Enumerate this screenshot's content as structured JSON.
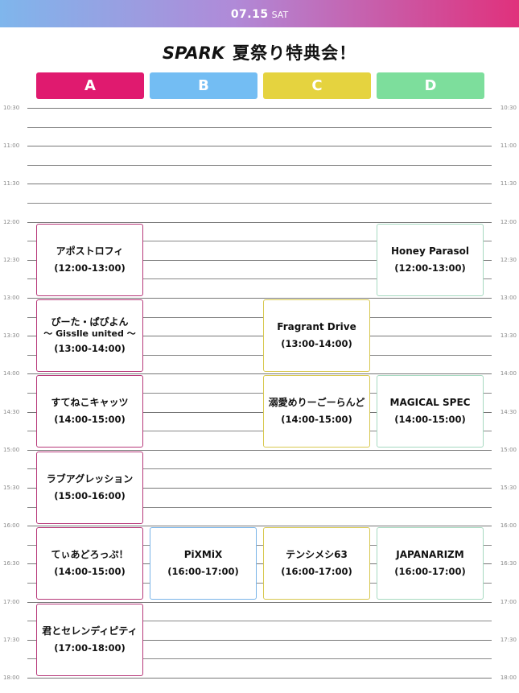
{
  "header": {
    "date": "07.15",
    "weekday": "SAT"
  },
  "title": {
    "brand": "SPARK",
    "text": "夏祭り特典会！"
  },
  "columns": [
    {
      "label": "A",
      "color": "#e01a6f"
    },
    {
      "label": "B",
      "color": "#73bdf3"
    },
    {
      "label": "C",
      "color": "#e5d33f"
    },
    {
      "label": "D",
      "color": "#7dde9c"
    }
  ],
  "time_labels": [
    "10:30",
    "11:00",
    "11:30",
    "12:00",
    "12:30",
    "13:00",
    "13:30",
    "14:00",
    "14:30",
    "15:00",
    "15:30",
    "16:00",
    "16:30",
    "17:00",
    "17:30",
    "18:00"
  ],
  "slots": [
    {
      "col": 0,
      "start": "12:00",
      "end": "13:00",
      "name": "アポストロフィ",
      "time": "(12:00-13:00)"
    },
    {
      "col": 0,
      "start": "13:00",
      "end": "14:00",
      "name": "ぴーた・ぱぴよん",
      "subtitle": "〜 Gisslle united 〜",
      "time": "(13:00-14:00)"
    },
    {
      "col": 0,
      "start": "14:00",
      "end": "15:00",
      "name": "すてねこキャッツ",
      "time": "(14:00-15:00)"
    },
    {
      "col": 0,
      "start": "15:00",
      "end": "16:00",
      "name": "ラブアグレッション",
      "time": "(15:00-16:00)"
    },
    {
      "col": 0,
      "start": "16:00",
      "end": "17:00",
      "name": "てぃあどろっぷ！",
      "time": "(14:00-15:00)"
    },
    {
      "col": 0,
      "start": "17:00",
      "end": "18:00",
      "name": "君とセレンディピティ",
      "time": "(17:00-18:00)"
    },
    {
      "col": 1,
      "start": "16:00",
      "end": "17:00",
      "name": "PiXMiX",
      "time": "(16:00-17:00)"
    },
    {
      "col": 2,
      "start": "13:00",
      "end": "14:00",
      "name": "Fragrant Drive",
      "time": "(13:00-14:00)"
    },
    {
      "col": 2,
      "start": "14:00",
      "end": "15:00",
      "name": "溺愛めりーごーらんど",
      "time": "(14:00-15:00)"
    },
    {
      "col": 2,
      "start": "16:00",
      "end": "17:00",
      "name": "テンシメシ63",
      "time": "(16:00-17:00)"
    },
    {
      "col": 3,
      "start": "12:00",
      "end": "13:00",
      "name": "Honey Parasol",
      "time": "(12:00-13:00)"
    },
    {
      "col": 3,
      "start": "14:00",
      "end": "15:00",
      "name": "MAGICAL SPEC",
      "time": "(14:00-15:00)"
    },
    {
      "col": 3,
      "start": "16:00",
      "end": "17:00",
      "name": "JAPANARIZM",
      "time": "(16:00-17:00)"
    }
  ]
}
